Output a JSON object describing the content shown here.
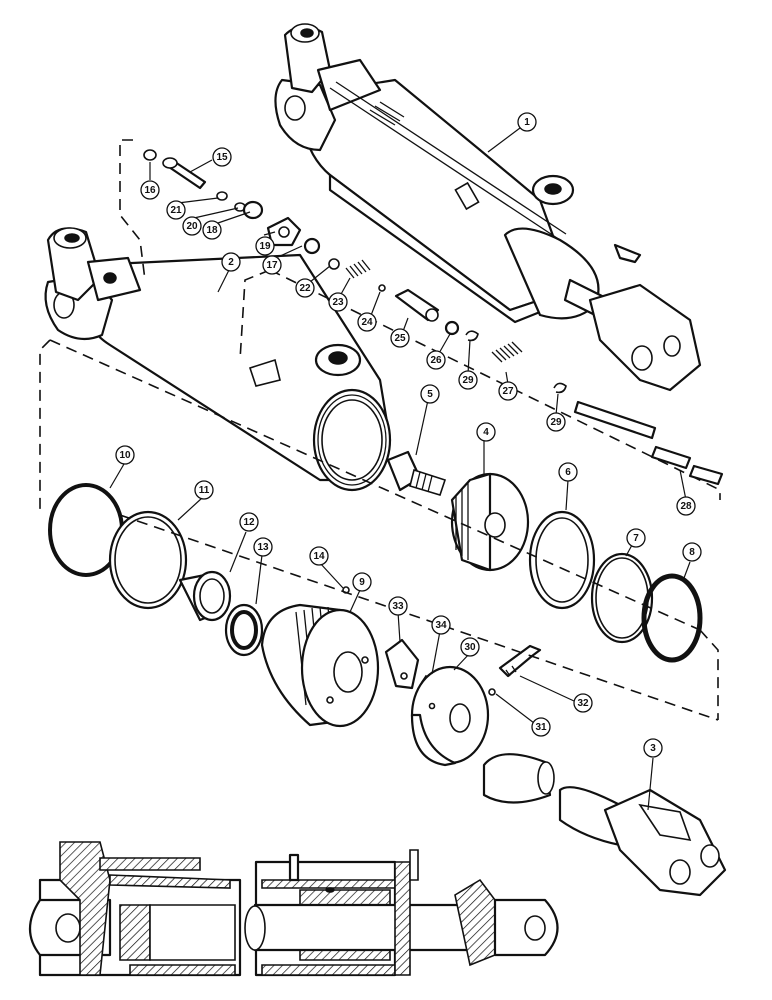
{
  "callouts": [
    {
      "id": "1",
      "label": "1"
    },
    {
      "id": "2",
      "label": "2"
    },
    {
      "id": "3",
      "label": "3"
    },
    {
      "id": "4",
      "label": "4"
    },
    {
      "id": "5",
      "label": "5"
    },
    {
      "id": "6",
      "label": "6"
    },
    {
      "id": "7",
      "label": "7"
    },
    {
      "id": "8",
      "label": "8"
    },
    {
      "id": "9",
      "label": "9"
    },
    {
      "id": "10",
      "label": "10"
    },
    {
      "id": "11",
      "label": "11"
    },
    {
      "id": "12",
      "label": "12"
    },
    {
      "id": "13",
      "label": "13"
    },
    {
      "id": "14",
      "label": "14"
    },
    {
      "id": "15",
      "label": "15"
    },
    {
      "id": "16",
      "label": "16"
    },
    {
      "id": "17",
      "label": "17"
    },
    {
      "id": "18",
      "label": "18"
    },
    {
      "id": "19",
      "label": "19"
    },
    {
      "id": "20",
      "label": "20"
    },
    {
      "id": "21",
      "label": "21"
    },
    {
      "id": "22",
      "label": "22"
    },
    {
      "id": "23",
      "label": "23"
    },
    {
      "id": "24",
      "label": "24"
    },
    {
      "id": "25",
      "label": "25"
    },
    {
      "id": "26",
      "label": "26"
    },
    {
      "id": "27",
      "label": "27"
    },
    {
      "id": "28",
      "label": "28"
    },
    {
      "id": "29a",
      "label": "29"
    },
    {
      "id": "29b",
      "label": "29"
    },
    {
      "id": "30",
      "label": "30"
    },
    {
      "id": "31",
      "label": "31"
    },
    {
      "id": "32",
      "label": "32"
    },
    {
      "id": "33",
      "label": "33"
    },
    {
      "id": "34",
      "label": "34"
    }
  ]
}
